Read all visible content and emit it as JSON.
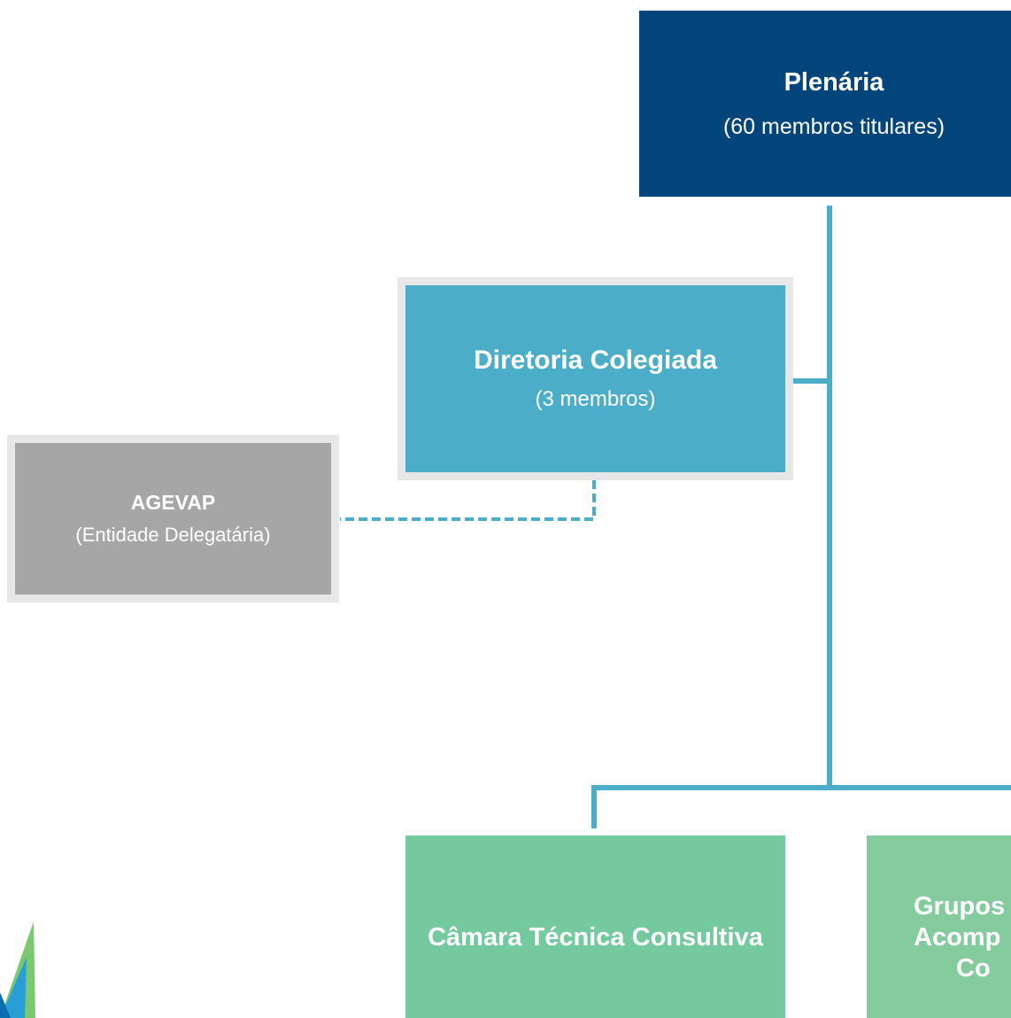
{
  "plenaria": {
    "title": "Plenária",
    "subtitle": "(60 membros titulares)"
  },
  "diretoria": {
    "title": "Diretoria Colegiada",
    "subtitle": "(3 membros)"
  },
  "agevap": {
    "title": "AGEVAP",
    "subtitle": "(Entidade Delegatária)"
  },
  "camara": {
    "title": "Câmara Técnica Consultiva"
  },
  "grupos": {
    "line1": "Grupos",
    "line2": "Acomp",
    "line3": "Co"
  },
  "colors": {
    "plenaria": "#02457a",
    "diretoria": "#4badc7",
    "agevap": "#a6a6a6",
    "camara": "#74c99e",
    "grupos": "#84cc9e",
    "connector": "#4badc7"
  }
}
